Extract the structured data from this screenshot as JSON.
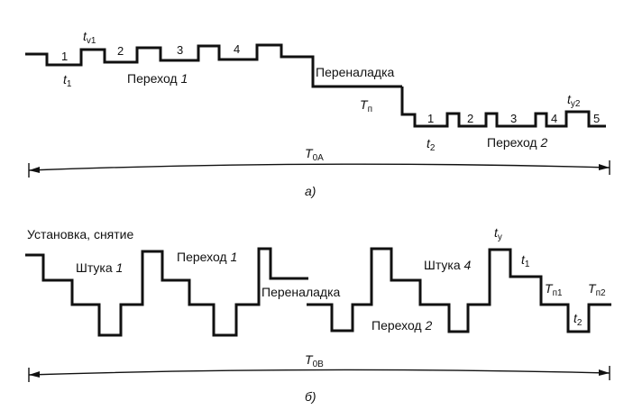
{
  "diagram_a": {
    "steps": [
      "1",
      "2",
      "3",
      "4"
    ],
    "t1": {
      "main": "t",
      "sub": "1"
    },
    "tv1": {
      "main": "t",
      "sub": "v1"
    },
    "transition_word": "Переход",
    "transition_num": "1",
    "changeover": "Переналадка",
    "tp": {
      "main": "T",
      "sub": "п"
    },
    "steps2": [
      "1",
      "2",
      "3",
      "4",
      "5"
    ],
    "t2": {
      "main": "t",
      "sub": "2"
    },
    "ty2": {
      "main": "t",
      "sub": "y2"
    },
    "transition2_word": "Переход",
    "transition2_num": "2",
    "total": {
      "main": "T",
      "sub": "0A"
    },
    "caption": "а)"
  },
  "diagram_b": {
    "install": "Установка, снятие",
    "piece1_word": "Штука",
    "piece1_num": "1",
    "transition1_word": "Переход",
    "transition1_num": "1",
    "changeover": "Переналадка",
    "piece4_word": "Штука",
    "piece4_num": "4",
    "ty": {
      "main": "t",
      "sub": "y"
    },
    "t1": {
      "main": "t",
      "sub": "1"
    },
    "transition2_word": "Переход",
    "transition2_num": "2",
    "tn1": {
      "main": "T",
      "sub": "п1"
    },
    "tn2": {
      "main": "T",
      "sub": "п2"
    },
    "t2": {
      "main": "t",
      "sub": "2"
    },
    "total": {
      "main": "T",
      "sub": "0B"
    },
    "caption": "б)"
  }
}
